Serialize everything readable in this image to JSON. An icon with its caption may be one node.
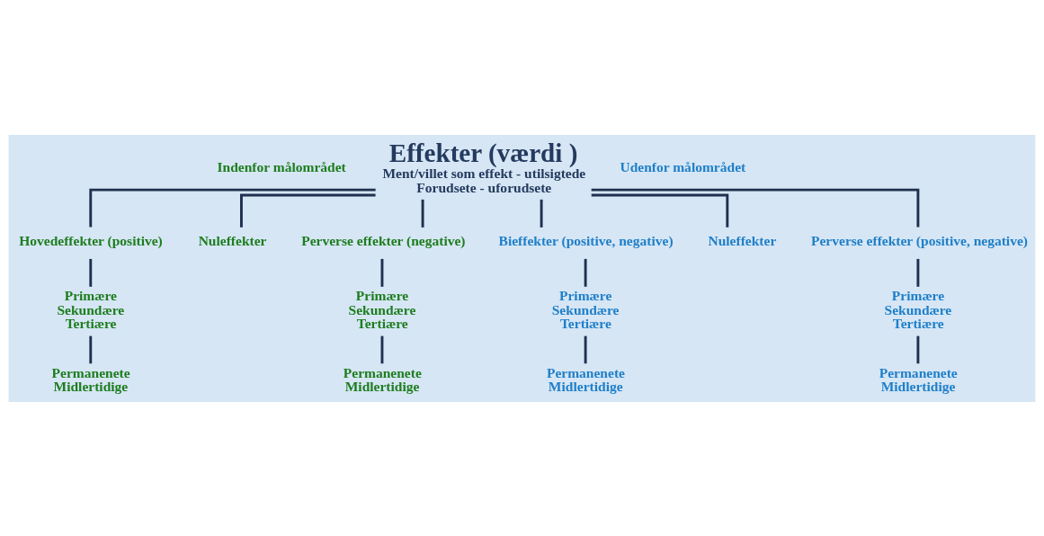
{
  "diagram": {
    "nodes": [
      {
        "text": [
          "Effekter (værdi )",
          "Ment/villet som effekt - utilsigtede",
          "Forudsete - uforudsete"
        ]
      },
      {
        "text": [
          "Hovedeffekter (positive)"
        ]
      },
      {
        "text": [
          "Nuleffekter"
        ]
      },
      {
        "text": [
          "Perverse effekter (negative)"
        ]
      },
      {
        "text": [
          "Bieffekter (positive, negative)"
        ]
      },
      {
        "text": [
          "Nuleffekter"
        ]
      },
      {
        "text": [
          "Perverse effekter (positive, negative)"
        ]
      },
      {
        "text": [
          "Primære",
          "Sekundære",
          "Tertiære"
        ]
      },
      {
        "text": [
          "Permanenete",
          "Midlertidige"
        ]
      },
      {
        "text": [
          "Primære",
          "Sekundære",
          "Tertiære"
        ]
      },
      {
        "text": [
          "Permanenete",
          "Midlertidige"
        ]
      },
      {
        "text": [
          "Primære",
          "Sekundære",
          "Tertiære"
        ]
      },
      {
        "text": [
          "Permanenete",
          "Midlertidige"
        ]
      },
      {
        "text": [
          "Primære",
          "Sekundære",
          "Tertiære"
        ]
      },
      {
        "text": [
          "Permanenete",
          "Midlertidige"
        ]
      }
    ],
    "edges": [
      {
        "from": 0,
        "to": 1,
        "arrow": "none"
      },
      {
        "from": 0,
        "to": 2,
        "arrow": "none"
      },
      {
        "from": 0,
        "to": 3,
        "arrow": "none"
      },
      {
        "from": 0,
        "to": 4,
        "arrow": "none"
      },
      {
        "from": 0,
        "to": 5,
        "arrow": "none"
      },
      {
        "from": 0,
        "to": 6,
        "arrow": "none"
      },
      {
        "from": 1,
        "to": 7,
        "arrow": "none"
      },
      {
        "from": 7,
        "to": 8,
        "arrow": "none"
      },
      {
        "from": 3,
        "to": 9,
        "arrow": "none"
      },
      {
        "from": 9,
        "to": 10,
        "arrow": "none"
      },
      {
        "from": 4,
        "to": 11,
        "arrow": "none"
      },
      {
        "from": 11,
        "to": 12,
        "arrow": "none"
      },
      {
        "from": 6,
        "to": 13,
        "arrow": "none"
      },
      {
        "from": 13,
        "to": 14,
        "arrow": "none"
      }
    ],
    "labels": [
      "Indenfor målområdet",
      "Udenfor målområdet"
    ]
  }
}
